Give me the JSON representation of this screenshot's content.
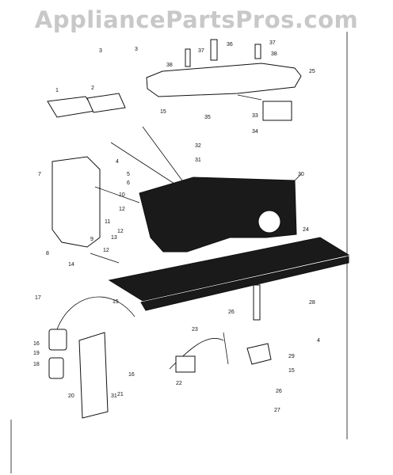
{
  "watermark": "AppliancePartsPros.com",
  "callouts": [
    "1",
    "2",
    "3",
    "3",
    "4",
    "4",
    "5",
    "6",
    "7",
    "8",
    "9",
    "10",
    "11",
    "12",
    "12",
    "12",
    "13",
    "14",
    "15",
    "15",
    "15",
    "16",
    "16",
    "17",
    "18",
    "19",
    "20",
    "21",
    "22",
    "23",
    "24",
    "25",
    "26",
    "26",
    "27",
    "28",
    "29",
    "30",
    "31",
    "31",
    "32",
    "33",
    "34",
    "35",
    "36",
    "37",
    "37",
    "38",
    "38"
  ]
}
